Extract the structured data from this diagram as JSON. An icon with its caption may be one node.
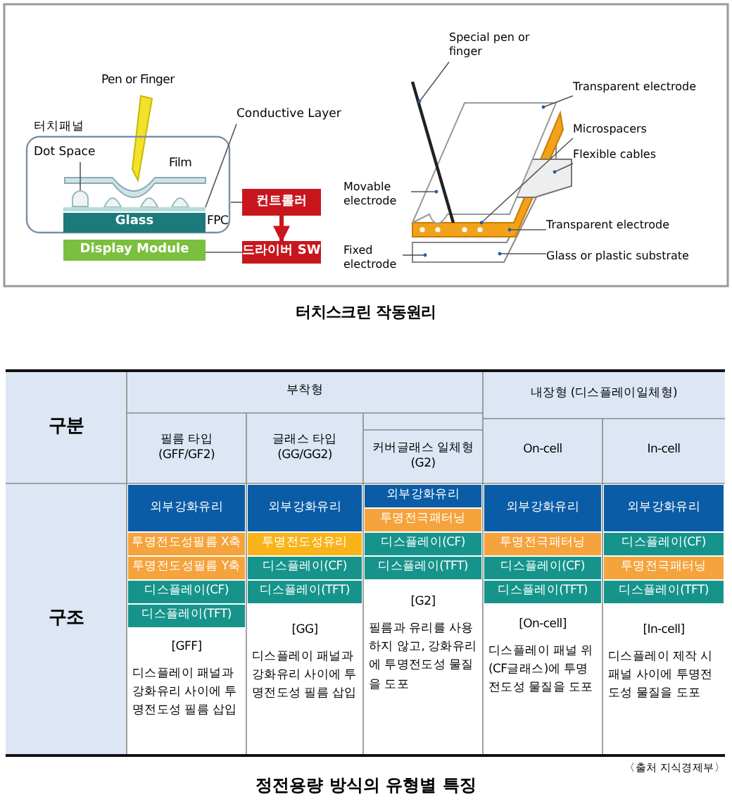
{
  "diagram": {
    "caption": "정전용량 방식의 유형별 특징",
    "nodes": [
      {
        "text": [
          "터치패널"
        ]
      },
      {
        "text": [
          "Glass"
        ],
        "in": 0
      },
      {
        "text": [
          "Display Module"
        ]
      },
      {
        "text": [
          "컨트롤러"
        ]
      },
      {
        "text": [
          "드라이버 SW"
        ]
      },
      {
        "text": [
          "Dot Space"
        ],
        "in": 0
      },
      {
        "text": [
          "Conductive Layer"
        ]
      },
      {
        "text": [
          "Special pen or finger"
        ]
      },
      {
        "text": [
          "Transparent electrode"
        ]
      },
      {
        "text": [
          "Microspacers"
        ]
      },
      {
        "text": [
          "Flexible cables"
        ]
      },
      {
        "text": [
          "Movable electrode"
        ]
      },
      {
        "text": [
          "Transparent electrode"
        ]
      },
      {
        "text": [
          "Fixed electrode"
        ]
      },
      {
        "text": [
          "Glass or plastic substrate"
        ]
      },
      {
        "text": [],
        "shape": "circle",
        "in": 0
      },
      {
        "text": [],
        "shape": "bar",
        "in": 0
      }
    ],
    "edges": [
      {
        "from": 5,
        "to": 15,
        "arrow": "none"
      },
      {
        "from": 6,
        "to": 16,
        "arrow": "none"
      },
      {
        "from": 0,
        "to": 3,
        "arrow": "none"
      },
      {
        "from": 3,
        "to": 4,
        "arrow": "to",
        "style": "thick",
        "color": "#c8161d"
      },
      {
        "from": 2,
        "to": 4,
        "arrow": "none"
      },
      {
        "from": 7,
        "to": null,
        "arrow": "none"
      },
      {
        "from": 8,
        "to": null,
        "arrow": "none"
      },
      {
        "from": 9,
        "to": null,
        "arrow": "none"
      },
      {
        "from": 10,
        "to": null,
        "arrow": "none"
      },
      {
        "from": 11,
        "to": null,
        "arrow": "none"
      },
      {
        "from": 12,
        "to": null,
        "arrow": "none"
      },
      {
        "from": 13,
        "to": null,
        "arrow": "none"
      },
      {
        "from": 14,
        "to": null,
        "arrow": "none"
      }
    ],
    "labels": [
      "Pen or Finger",
      "Film",
      "FPC",
      "터치스크린 작동원리",
      "구분",
      "부착형",
      "내장형 (디스플레이일체형)",
      "필름 타입 (GFF/GF2)",
      "글래스 타입 (GG/GG2)",
      "커버글래스 일체형 (G2)",
      "On-cell",
      "In-cell",
      "구조",
      "외부강화유리",
      "투명전도성필름 X축",
      "투명전도성필름 Y축",
      "디스플레이(CF)",
      "디스플레이(TFT)",
      "[GFF]",
      "디스플레이 패널과 강화유리 사이에 투명전도성 필름 삽입",
      "외부강화유리",
      "투명전도성유리",
      "디스플레이(CF)",
      "디스플레이(TFT)",
      "[GG]",
      "디스플레이 패널과 강화유리 사이에 투명전도성 필름 삽입",
      "외부강화유리",
      "투명전극패터닝",
      "디스플레이(CF)",
      "디스플레이(TFT)",
      "[G2]",
      "필름과 유리를 사용하지 않고, 강화유리에 투명전도성 물질을 도포",
      "외부강화유리",
      "투명전극패터닝",
      "디스플레이(CF)",
      "디스플레이(TFT)",
      "[On-cell]",
      "디스플레이 패널 위(CF글래스)에 투명전도성 물질을 도포",
      "외부강화유리",
      "디스플레이(CF)",
      "투명전극패터닝",
      "디스플레이(TFT)",
      "[In-cell]",
      "디스플레이 제작 시 패널 사이에 투명전도성 물질을 도포",
      "〈출처 지식경제부〉"
    ]
  }
}
